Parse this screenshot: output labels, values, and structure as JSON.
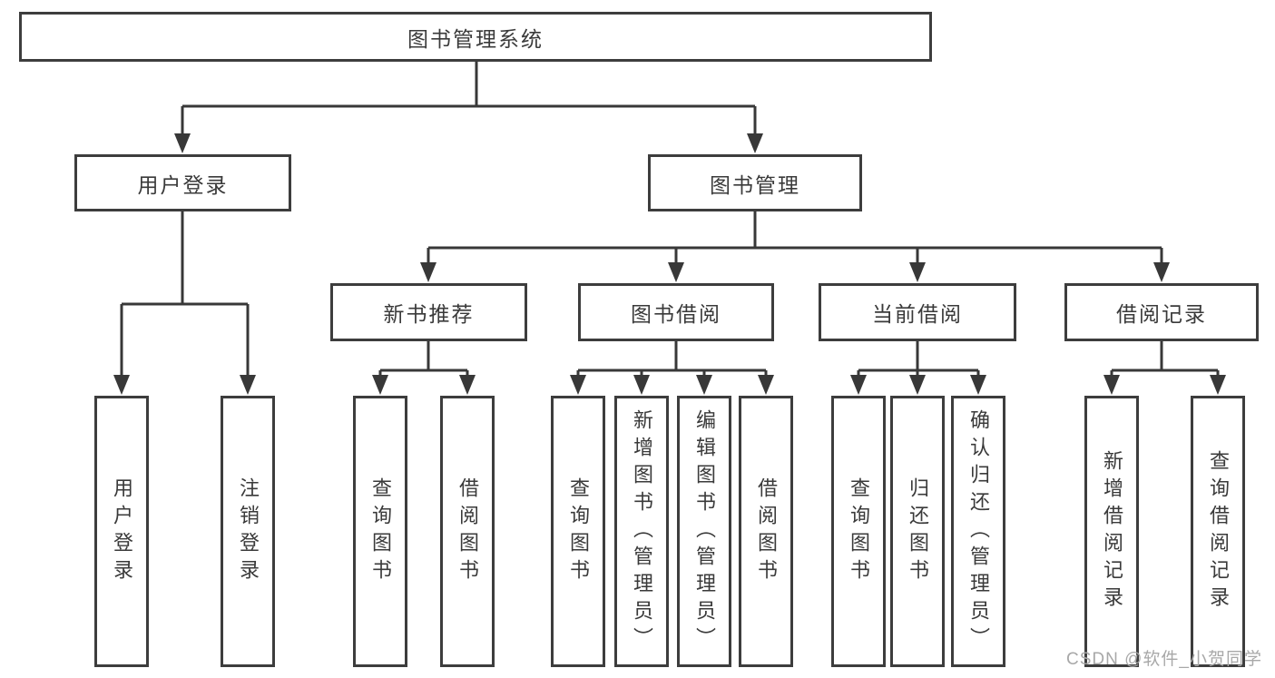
{
  "diagram": {
    "type": "hierarchy-tree",
    "nodes": {
      "root": {
        "label": "图书管理系统"
      },
      "user_login": {
        "label": "用户登录"
      },
      "book_mgmt": {
        "label": "图书管理"
      },
      "new_book_rec": {
        "label": "新书推荐"
      },
      "book_borrow": {
        "label": "图书借阅"
      },
      "current_borrow": {
        "label": "当前借阅"
      },
      "borrow_record": {
        "label": "借阅记录"
      },
      "leaf_user_login": {
        "label": "用户登录"
      },
      "leaf_logout": {
        "label": "注销登录"
      },
      "rec_query_book": {
        "label": "查询图书"
      },
      "rec_borrow_book": {
        "label": "借阅图书"
      },
      "bb_query_book": {
        "label": "查询图书"
      },
      "bb_add_book": {
        "label": "新增图书（管理员）"
      },
      "bb_edit_book": {
        "label": "编辑图书（管理员）"
      },
      "bb_borrow_book": {
        "label": "借阅图书"
      },
      "cb_query_book": {
        "label": "查询图书"
      },
      "cb_return_book": {
        "label": "归还图书"
      },
      "cb_confirm_return": {
        "label": "确认归还（管理员）"
      },
      "br_add_record": {
        "label": "新增借阅记录"
      },
      "br_query_record": {
        "label": "查询借阅记录"
      }
    },
    "edges": [
      [
        "root",
        "user_login"
      ],
      [
        "root",
        "book_mgmt"
      ],
      [
        "user_login",
        "leaf_user_login"
      ],
      [
        "user_login",
        "leaf_logout"
      ],
      [
        "book_mgmt",
        "new_book_rec"
      ],
      [
        "book_mgmt",
        "book_borrow"
      ],
      [
        "book_mgmt",
        "current_borrow"
      ],
      [
        "book_mgmt",
        "borrow_record"
      ],
      [
        "new_book_rec",
        "rec_query_book"
      ],
      [
        "new_book_rec",
        "rec_borrow_book"
      ],
      [
        "book_borrow",
        "bb_query_book"
      ],
      [
        "book_borrow",
        "bb_add_book"
      ],
      [
        "book_borrow",
        "bb_edit_book"
      ],
      [
        "book_borrow",
        "bb_borrow_book"
      ],
      [
        "current_borrow",
        "cb_query_book"
      ],
      [
        "current_borrow",
        "cb_return_book"
      ],
      [
        "current_borrow",
        "cb_confirm_return"
      ],
      [
        "borrow_record",
        "br_add_record"
      ],
      [
        "borrow_record",
        "br_query_record"
      ]
    ],
    "colors": {
      "border": "#3d3d3d",
      "line": "#383838",
      "text": "#3a3a3a",
      "background": "#ffffff",
      "watermark": "#a8a8a8"
    },
    "watermark": {
      "text": "CSDN @软件_小贺同学"
    }
  }
}
